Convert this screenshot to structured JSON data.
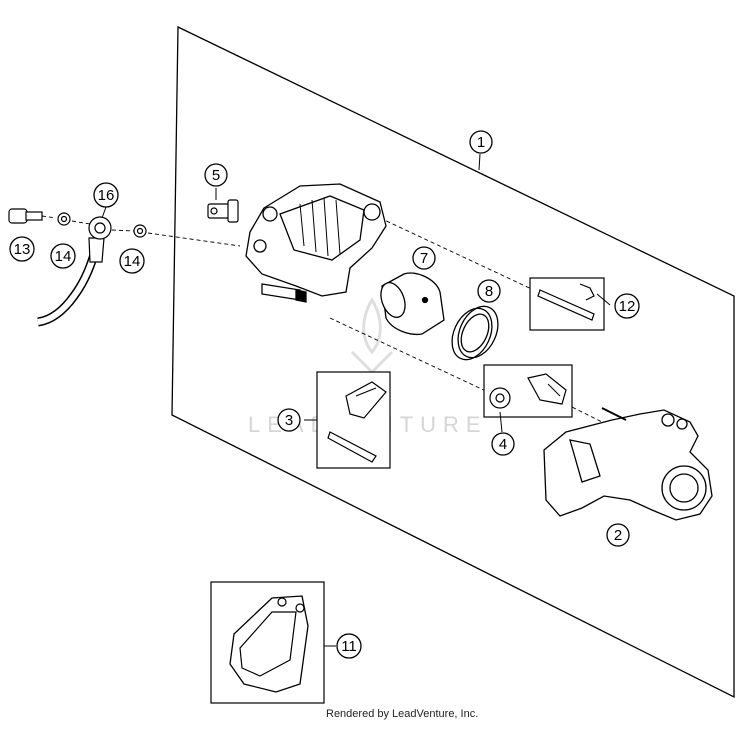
{
  "callouts": {
    "c1": "1",
    "c2": "2",
    "c3": "3",
    "c4": "4",
    "c5": "5",
    "c7": "7",
    "c8": "8",
    "c11": "11",
    "c12": "12",
    "c13": "13",
    "c14a": "14",
    "c14b": "14",
    "c16": "16"
  },
  "watermark": "LEADVENTURE",
  "footer": "Rendered by LeadVenture, Inc."
}
